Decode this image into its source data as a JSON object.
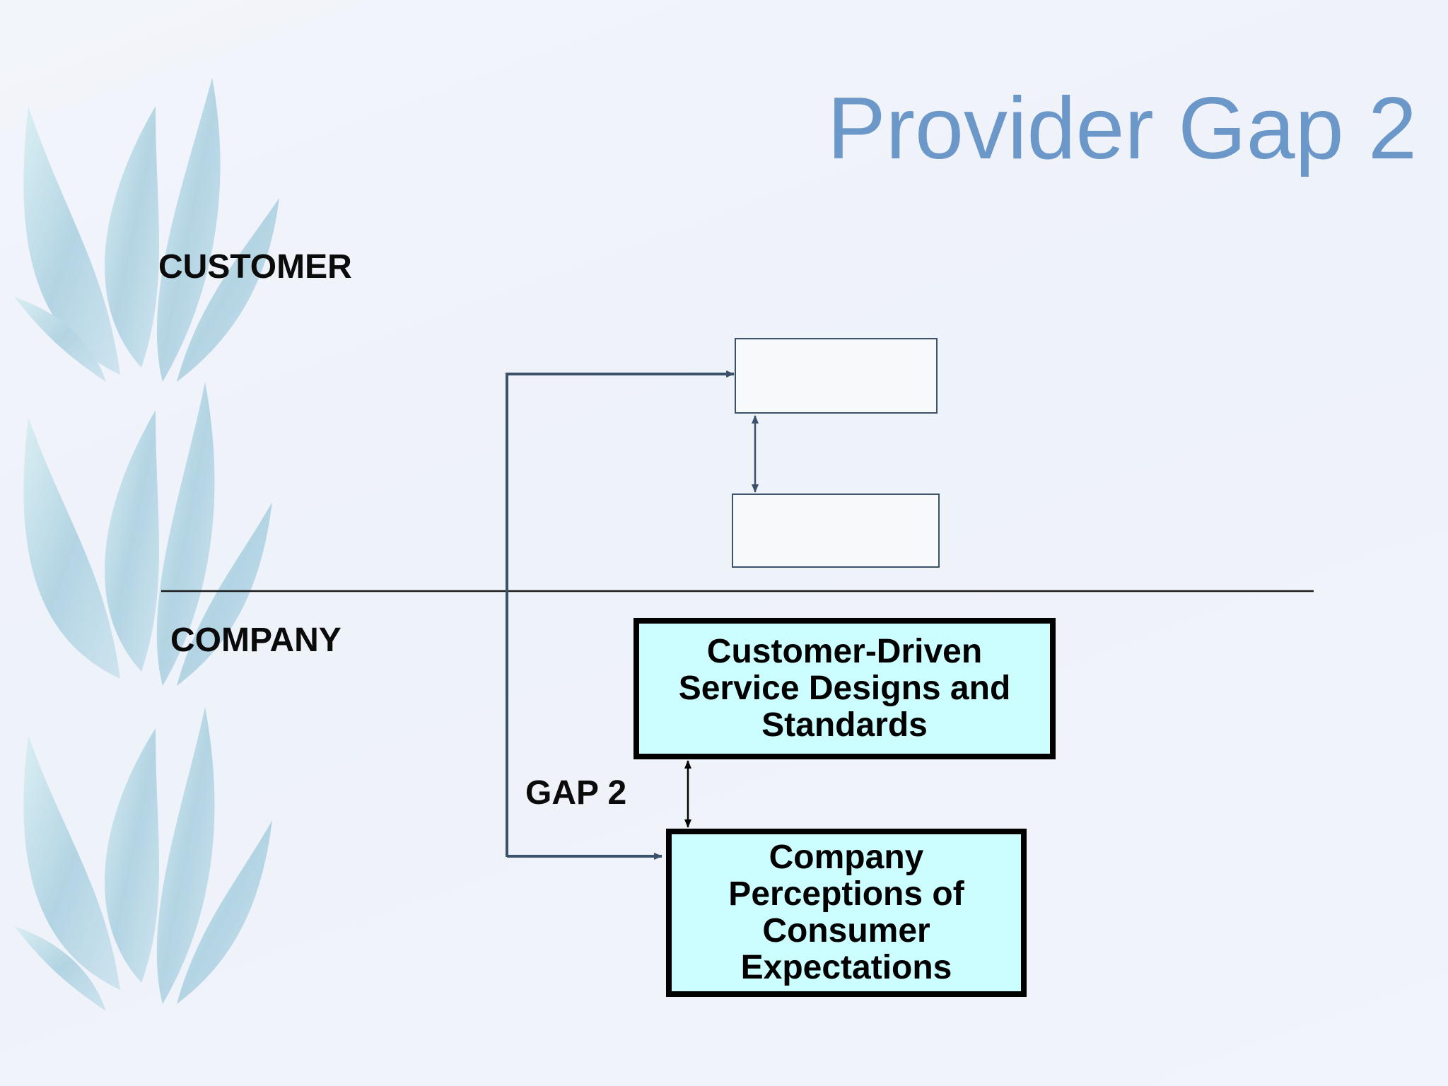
{
  "title": "Provider Gap 2",
  "regions": {
    "customer": "CUSTOMER",
    "company": "COMPANY"
  },
  "gap_label": "GAP 2",
  "boxes": {
    "standards": [
      "Customer-Driven",
      "Service Designs and",
      "Standards"
    ],
    "perceptions": [
      "Company",
      "Perceptions of",
      "Consumer",
      "Expectations"
    ]
  },
  "colors": {
    "title": "#6b97c9",
    "box_fill": "#ccfdff",
    "connector": "#3a5169"
  }
}
